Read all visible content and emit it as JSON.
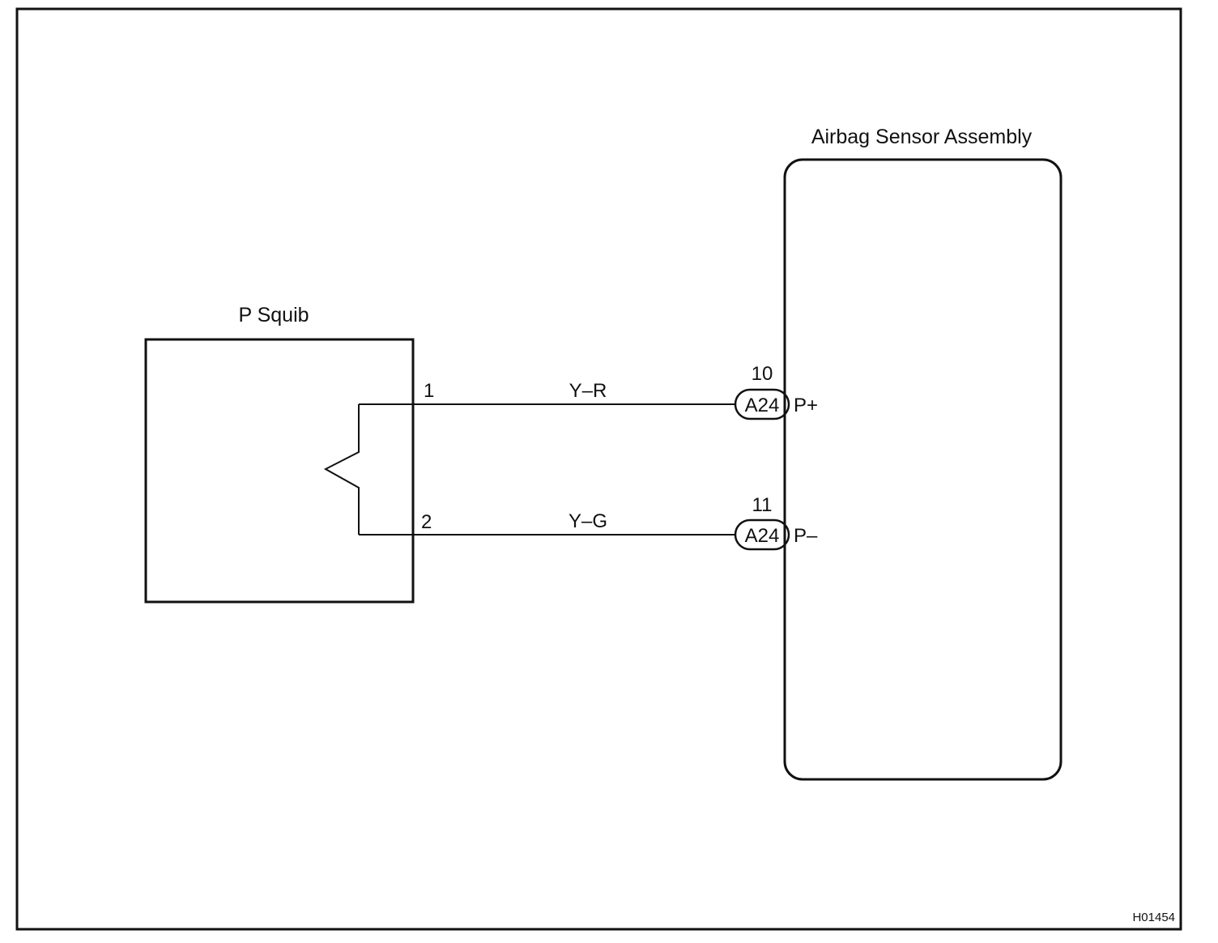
{
  "diagram": {
    "squib": {
      "title": "P Squib",
      "pin1": "1",
      "pin2": "2"
    },
    "wires": {
      "top_color": "Y–R",
      "bottom_color": "Y–G"
    },
    "sensor": {
      "title": "Airbag Sensor Assembly",
      "top": {
        "pin_number": "10",
        "connector": "A24",
        "terminal": "P+"
      },
      "bottom": {
        "pin_number": "11",
        "connector": "A24",
        "terminal": "P–"
      }
    },
    "reference_code": "H01454"
  }
}
